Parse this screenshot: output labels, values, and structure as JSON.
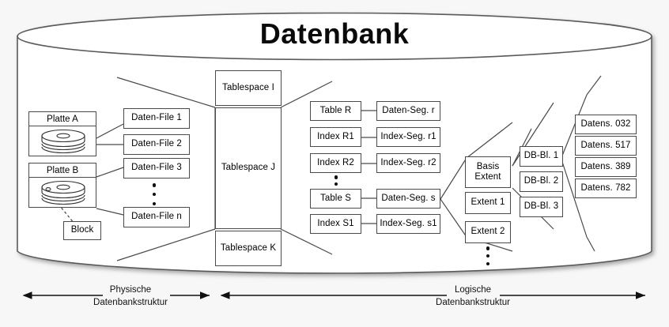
{
  "diagram": {
    "title": "Datenbank",
    "captions": [
      {
        "line1": "Physische",
        "line2": "Datenbankstruktur"
      },
      {
        "line1": "Logische",
        "line2": "Datenbankstruktur"
      }
    ],
    "disks": [
      {
        "label": "Platte A"
      },
      {
        "label": "Platte B"
      }
    ],
    "block": "Block",
    "data_files": [
      "Daten-File 1",
      "Daten-File 2",
      "Daten-File 3",
      "Daten-File n"
    ],
    "tablespaces": [
      "Tablespace I",
      "Tablespace J",
      "Tablespace K"
    ],
    "objects": [
      "Table R",
      "Index R1",
      "Index R2",
      "Table S",
      "Index S1"
    ],
    "segments": [
      "Daten-Seg. r",
      "Index-Seg. r1",
      "Index-Seg. r2",
      "Daten-Seg. s",
      "Index-Seg. s1"
    ],
    "extents": [
      "Basis Extent",
      "Extent 1",
      "Extent 2"
    ],
    "extent_basis_line1": "Basis",
    "extent_basis_line2": "Extent",
    "db_blocks": [
      "DB-Bl. 1",
      "DB-Bl. 2",
      "DB-Bl. 3"
    ],
    "records": [
      "Datens. 032",
      "Datens. 517",
      "Datens. 389",
      "Datens. 782"
    ],
    "colors": {
      "background": "#f7f7f7",
      "stroke": "#4a4a4a",
      "cylinder_stroke": "#5a5a5a",
      "box_fill": "#ffffff",
      "text": "#000000"
    }
  }
}
